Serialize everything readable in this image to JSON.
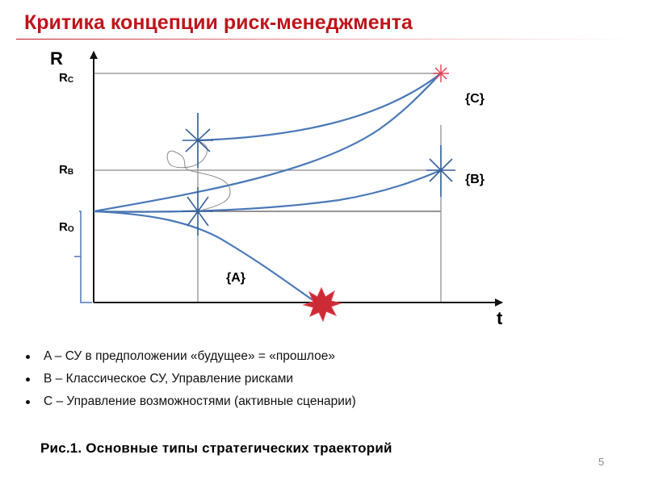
{
  "slide": {
    "title": "Критика концепции риск-менеджмента",
    "page_number": "5"
  },
  "diagram": {
    "y_axis_label": "R",
    "x_axis_label": "t",
    "levels": [
      {
        "main": "R",
        "sub": "C"
      },
      {
        "main": "R",
        "sub": "B"
      },
      {
        "main": "R",
        "sub": "O"
      }
    ],
    "curve_labels": {
      "a": "{A}",
      "b": "{B}",
      "c": "{C}"
    },
    "colors": {
      "curve": "#4a78b8",
      "guide": "#8a8a8a",
      "axis": "#111111",
      "burst_fill": "#cc2a35",
      "burst_stroke": "#e04050",
      "star": "#35609c",
      "title": "#c0141b"
    }
  },
  "legend": {
    "items": [
      "A – СУ в предположении «будущее» = «прошлое»",
      "B – Классическое СУ, Управление рисками",
      "C – Управление возможностями (активные сценарии)"
    ]
  },
  "caption": "Рис.1.  Основные типы стратегических траекторий"
}
